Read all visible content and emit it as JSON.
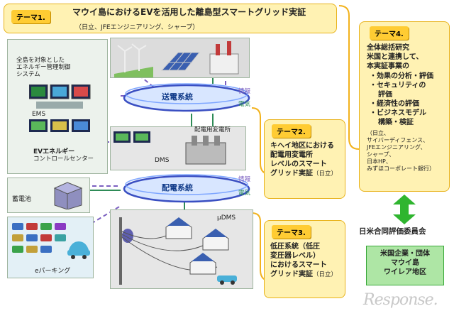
{
  "theme1": {
    "tag": "テーマ1.",
    "title": "マウイ島におけるEVを活用した離島型スマートグリッド実証",
    "subtitle": "（日立、JFEエンジニアリング、シャープ）"
  },
  "left": {
    "system_desc": [
      "全島を対象とした",
      "エネルギー管理制御",
      "システム"
    ],
    "ems": "EMS",
    "ev_center": [
      "EVエネルギー",
      "コントロールセンター"
    ],
    "battery": "蓄電池",
    "eparking": "eパーキング"
  },
  "grid": {
    "transmission": "送電系統",
    "distribution": "配電系統",
    "substation": "配電用変電所",
    "dms": "DMS",
    "udms": "μDMS",
    "info": "情報",
    "power": "電気"
  },
  "theme2": {
    "tag": "テーマ2.",
    "lines": [
      "キヘイ地区における",
      "配電用変電所",
      "レベルのスマート",
      "グリッド実証"
    ],
    "company": "（日立）"
  },
  "theme3": {
    "tag": "テーマ3.",
    "lines": [
      "低圧系統（低圧",
      "変圧器レベル）",
      "におけるスマート",
      "グリッド実証"
    ],
    "company": "（日立）"
  },
  "theme4": {
    "tag": "テーマ4.",
    "lines": [
      "全体総括研究",
      "米国と連携して、",
      "本実証事業の"
    ],
    "bullets": [
      "効果の分析・評価",
      "セキュリティの",
      "評価",
      "経済性の評価",
      "ビジネスモデル",
      "構築・検証"
    ],
    "companies": [
      "（日立、",
      "サイバーディフェンス、",
      "JFEエンジニアリング、",
      "シャープ、",
      "日本HP、",
      "みずほコーポレート銀行）"
    ]
  },
  "committee": "日米合同評価委員会",
  "us_side": [
    "米国企業・団体",
    "マウイ島",
    "ワイレア地区"
  ],
  "watermark": "Response.",
  "colors": {
    "yellow": "#ffcc33",
    "ring": "#d8e6ff",
    "green": "#aee6a5",
    "arrow": "#2fb52f",
    "dash": "#7b5fc0"
  }
}
